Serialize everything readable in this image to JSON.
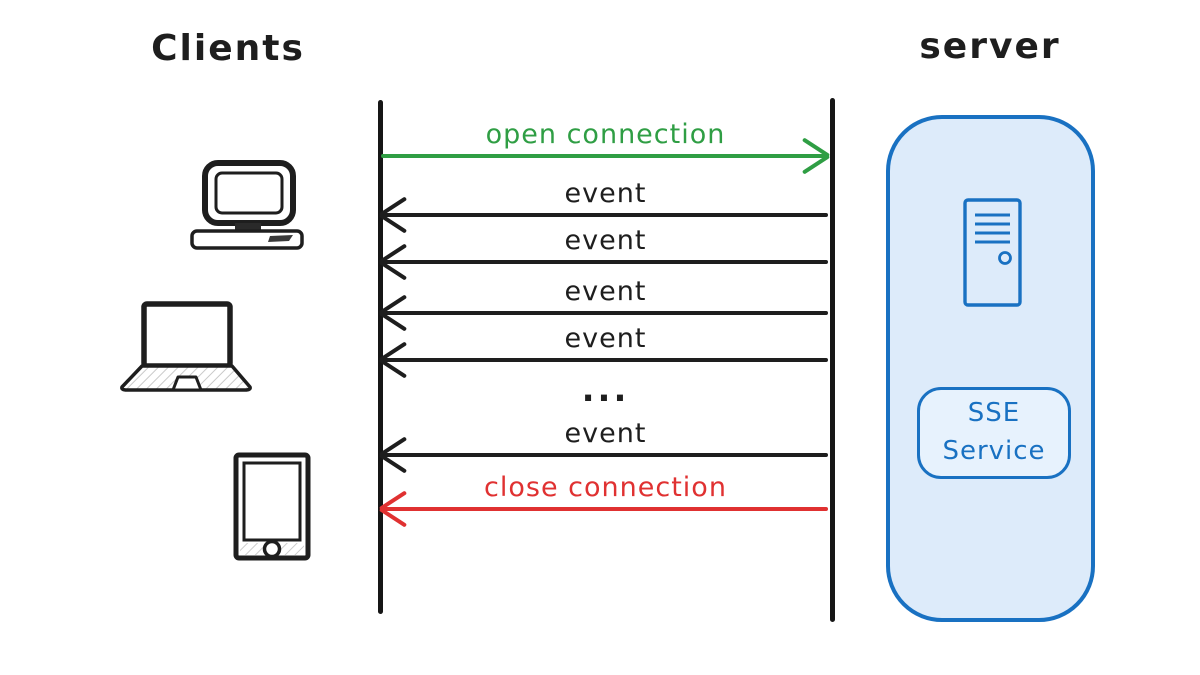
{
  "diagram": {
    "left_title": "Clients",
    "right_title": "server",
    "messages": [
      {
        "label": "open connection",
        "direction": "right",
        "color": "#2f9e44"
      },
      {
        "label": "event",
        "direction": "left",
        "color": "#1e1e1e"
      },
      {
        "label": "event",
        "direction": "left",
        "color": "#1e1e1e"
      },
      {
        "label": "event",
        "direction": "left",
        "color": "#1e1e1e"
      },
      {
        "label": "event",
        "direction": "left",
        "color": "#1e1e1e"
      },
      {
        "label": "...",
        "direction": "none",
        "color": "#1e1e1e"
      },
      {
        "label": "event",
        "direction": "left",
        "color": "#1e1e1e"
      },
      {
        "label": "close connection",
        "direction": "left",
        "color": "#e03131"
      }
    ],
    "client_icons": [
      {
        "icon": "desktop-computer-icon"
      },
      {
        "icon": "laptop-icon"
      },
      {
        "icon": "tablet-icon"
      }
    ],
    "server_panel": {
      "service_label": "SSE Service",
      "icon": "server-tower-icon",
      "fill": "#ddebfa",
      "border_color": "#1971c2"
    },
    "colors": {
      "ink": "#1e1e1e",
      "green": "#2f9e44",
      "red": "#e03131",
      "blue": "#1971c2"
    }
  }
}
